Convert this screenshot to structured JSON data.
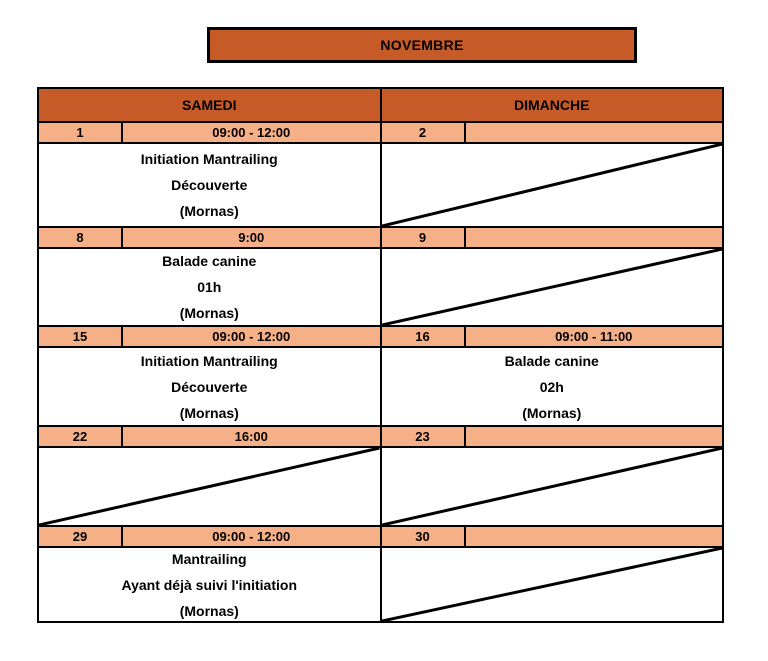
{
  "month": {
    "title": "NOVEMBRE"
  },
  "colors": {
    "header_orange": "#c75b28",
    "date_row_salmon": "#f5b088",
    "border_black": "#000000",
    "background": "#ffffff"
  },
  "table": {
    "headers": [
      "SAMEDI",
      "DIMANCHE"
    ]
  },
  "weeks": [
    {
      "saturday": {
        "date": "1",
        "time": "09:00 - 12:00",
        "crossed": false,
        "lines": [
          "Initiation Mantrailing",
          "Découverte",
          "(Mornas)"
        ]
      },
      "sunday": {
        "date": "2",
        "time": "",
        "crossed": true,
        "lines": []
      }
    },
    {
      "saturday": {
        "date": "8",
        "time": "9:00",
        "crossed": false,
        "lines": [
          "Balade canine",
          "01h",
          "(Mornas)"
        ]
      },
      "sunday": {
        "date": "9",
        "time": "",
        "crossed": true,
        "lines": []
      }
    },
    {
      "saturday": {
        "date": "15",
        "time": "09:00 - 12:00",
        "crossed": false,
        "lines": [
          "Initiation Mantrailing",
          "Découverte",
          "(Mornas)"
        ]
      },
      "sunday": {
        "date": "16",
        "time": "09:00 - 11:00",
        "crossed": false,
        "lines": [
          "Balade canine",
          "02h",
          "(Mornas)"
        ]
      }
    },
    {
      "saturday": {
        "date": "22",
        "time": "16:00",
        "crossed": true,
        "lines": []
      },
      "sunday": {
        "date": "23",
        "time": "",
        "crossed": true,
        "lines": []
      }
    },
    {
      "saturday": {
        "date": "29",
        "time": "09:00 - 12:00",
        "crossed": false,
        "lines": [
          "Mantrailing",
          "Ayant déjà suivi l'initiation",
          "(Mornas)"
        ]
      },
      "sunday": {
        "date": "30",
        "time": "",
        "crossed": true,
        "lines": []
      }
    }
  ]
}
